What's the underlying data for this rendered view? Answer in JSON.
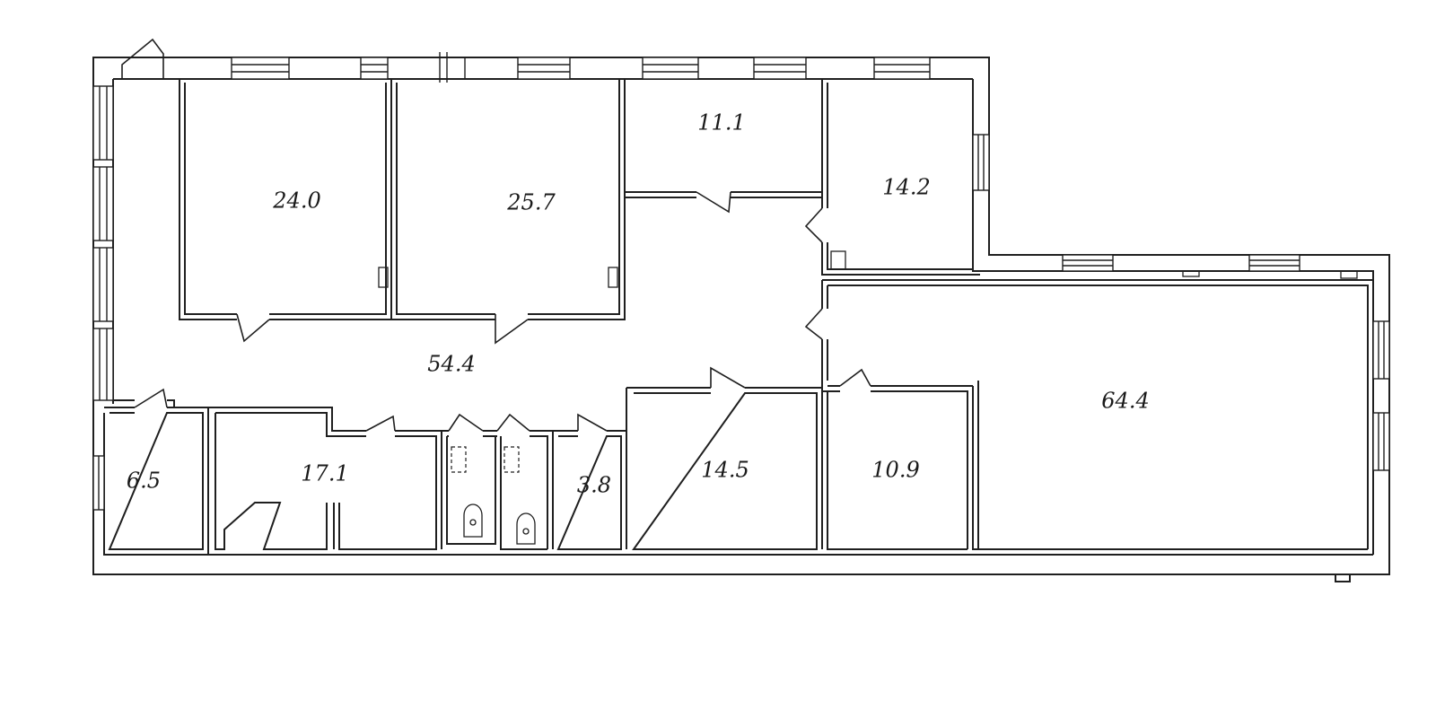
{
  "floor_plan": {
    "rooms": [
      {
        "id": "r24",
        "area": "24.0"
      },
      {
        "id": "r25",
        "area": "25.7"
      },
      {
        "id": "r11",
        "area": "11.1"
      },
      {
        "id": "r14a",
        "area": "14.2"
      },
      {
        "id": "r54",
        "area": "54.4"
      },
      {
        "id": "r64",
        "area": "64.4"
      },
      {
        "id": "r65",
        "area": "6.5"
      },
      {
        "id": "r17",
        "area": "17.1"
      },
      {
        "id": "r38",
        "area": "3.8"
      },
      {
        "id": "r14b",
        "area": "14.5"
      },
      {
        "id": "r10",
        "area": "10.9"
      }
    ]
  }
}
